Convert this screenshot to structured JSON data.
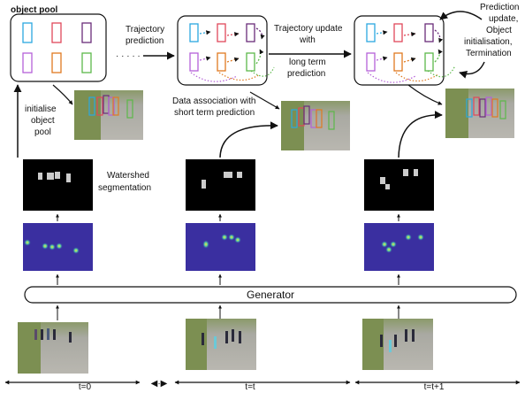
{
  "labels": {
    "object_pool": "object pool",
    "trajectory_prediction": [
      "Trajectory",
      "prediction"
    ],
    "dots": "· · · · ·",
    "trajectory_update": [
      "Trajectory update",
      "with",
      "long term",
      "prediction"
    ],
    "prediction_update": [
      "Prediction",
      "update,",
      "Object",
      "initialisation,",
      "Termination"
    ],
    "initialise_pool": [
      "initialise",
      "object",
      "pool"
    ],
    "data_association": [
      "Data association with",
      "short term prediction"
    ],
    "watershed": [
      "Watershed",
      "segmentation"
    ],
    "generator": "Generator",
    "time_t0": "t=0",
    "time_dots": "◀·▶",
    "time_t": "t=t",
    "time_t1": "t=t+1"
  },
  "colors": {
    "box_cyan": "#2ba8e0",
    "box_red": "#e0485a",
    "box_purple": "#6a2c7a",
    "box_violet": "#b561d8",
    "box_orange": "#e07a20",
    "box_green": "#5cb84a",
    "heatmap_bg": "#3a2fa0",
    "watershed_bg": "#000000"
  }
}
